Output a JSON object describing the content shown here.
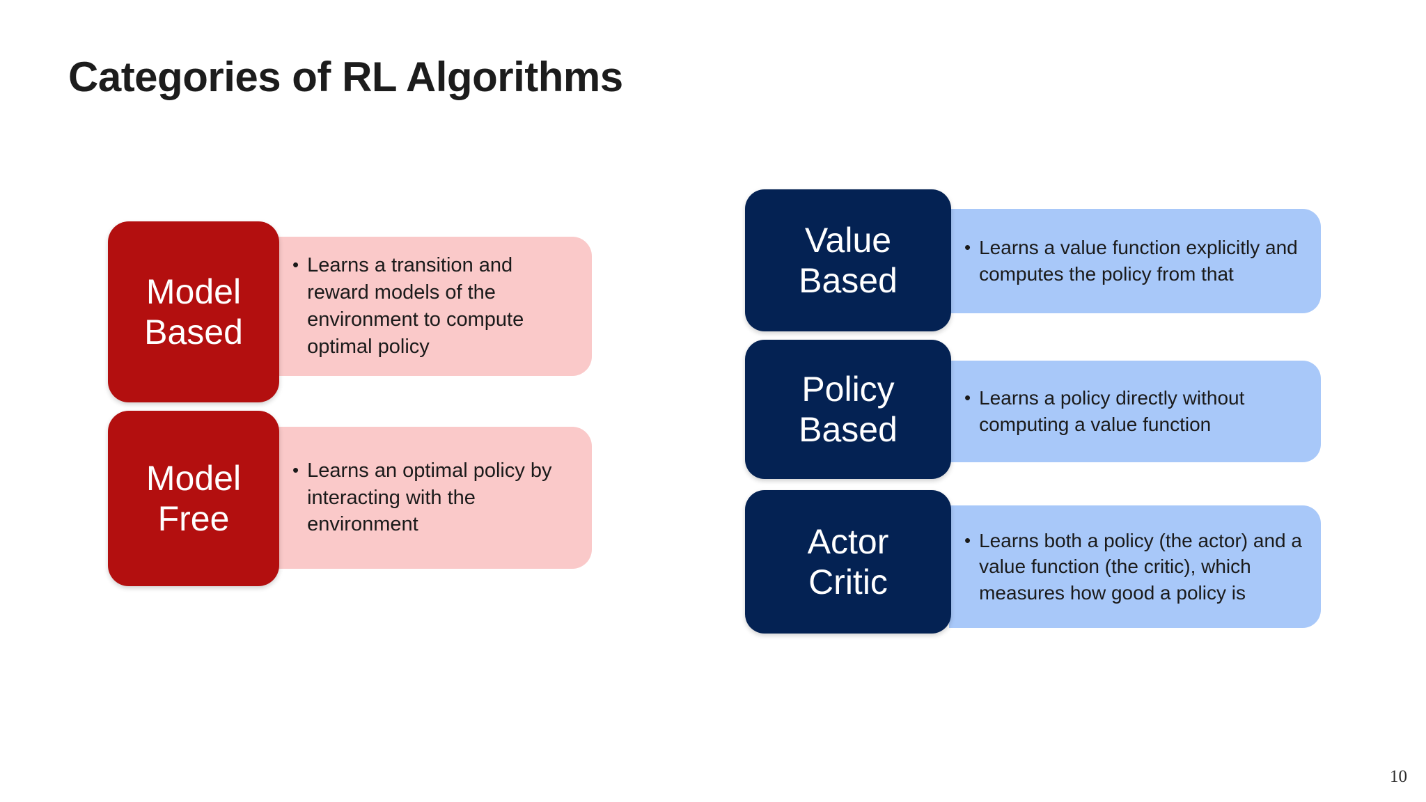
{
  "slide": {
    "title": "Categories of RL Algorithms",
    "page_number": "10",
    "background_color": "#ffffff",
    "title_color": "#1c1c1c"
  },
  "colors": {
    "left_label_bg": "#B30F0F",
    "left_desc_bg": "#FAC9C9",
    "right_label_bg": "#042253",
    "right_desc_bg": "#A8C8F9",
    "label_text": "#ffffff",
    "body_text": "#1a1a1a"
  },
  "left_column": {
    "cards": [
      {
        "label_line_1": "Model",
        "label_line_2": "Based",
        "description": "Learns a transition and reward models of the environment to compute optimal policy",
        "bullet": "•"
      },
      {
        "label_line_1": "Model",
        "label_line_2": "Free",
        "description": "Learns an optimal policy by interacting with the environment",
        "bullet": "•"
      }
    ]
  },
  "right_column": {
    "cards": [
      {
        "label_line_1": "Value",
        "label_line_2": "Based",
        "description": "Learns a value function explicitly and computes the policy from that",
        "bullet": "•"
      },
      {
        "label_line_1": "Policy",
        "label_line_2": "Based",
        "description": "Learns a policy directly without computing a value function",
        "bullet": "•"
      },
      {
        "label_line_1": "Actor",
        "label_line_2": "Critic",
        "description": "Learns both a policy (the actor) and a value function (the critic), which measures how good a policy is",
        "bullet": "•"
      }
    ]
  }
}
